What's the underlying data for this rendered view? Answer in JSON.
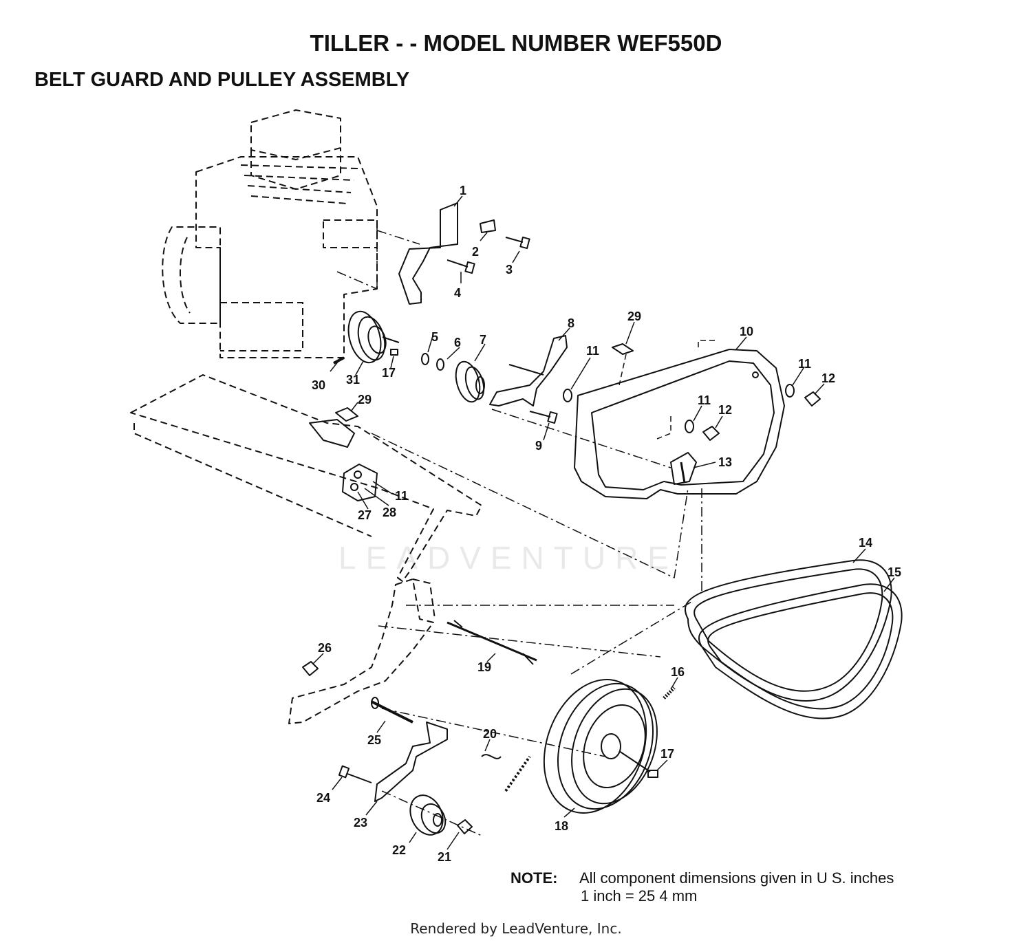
{
  "title": "TILLER - - MODEL NUMBER WEF550D",
  "subtitle": "BELT GUARD AND PULLEY ASSEMBLY",
  "watermark": "LEADVENTURE",
  "callouts": [
    "1",
    "2",
    "3",
    "4",
    "5",
    "6",
    "7",
    "8",
    "29",
    "10",
    "11",
    "11",
    "12",
    "11",
    "12",
    "13",
    "9",
    "31",
    "17",
    "30",
    "29",
    "11",
    "28",
    "27",
    "14",
    "15",
    "26",
    "19",
    "16",
    "20",
    "25",
    "17",
    "24",
    "18",
    "23",
    "22",
    "21"
  ],
  "note": {
    "label": "NOTE:",
    "line1": "All component dimensions given in U S. inches",
    "line2": "1 inch = 25 4 mm"
  },
  "footer": "Rendered by LeadVenture, Inc."
}
